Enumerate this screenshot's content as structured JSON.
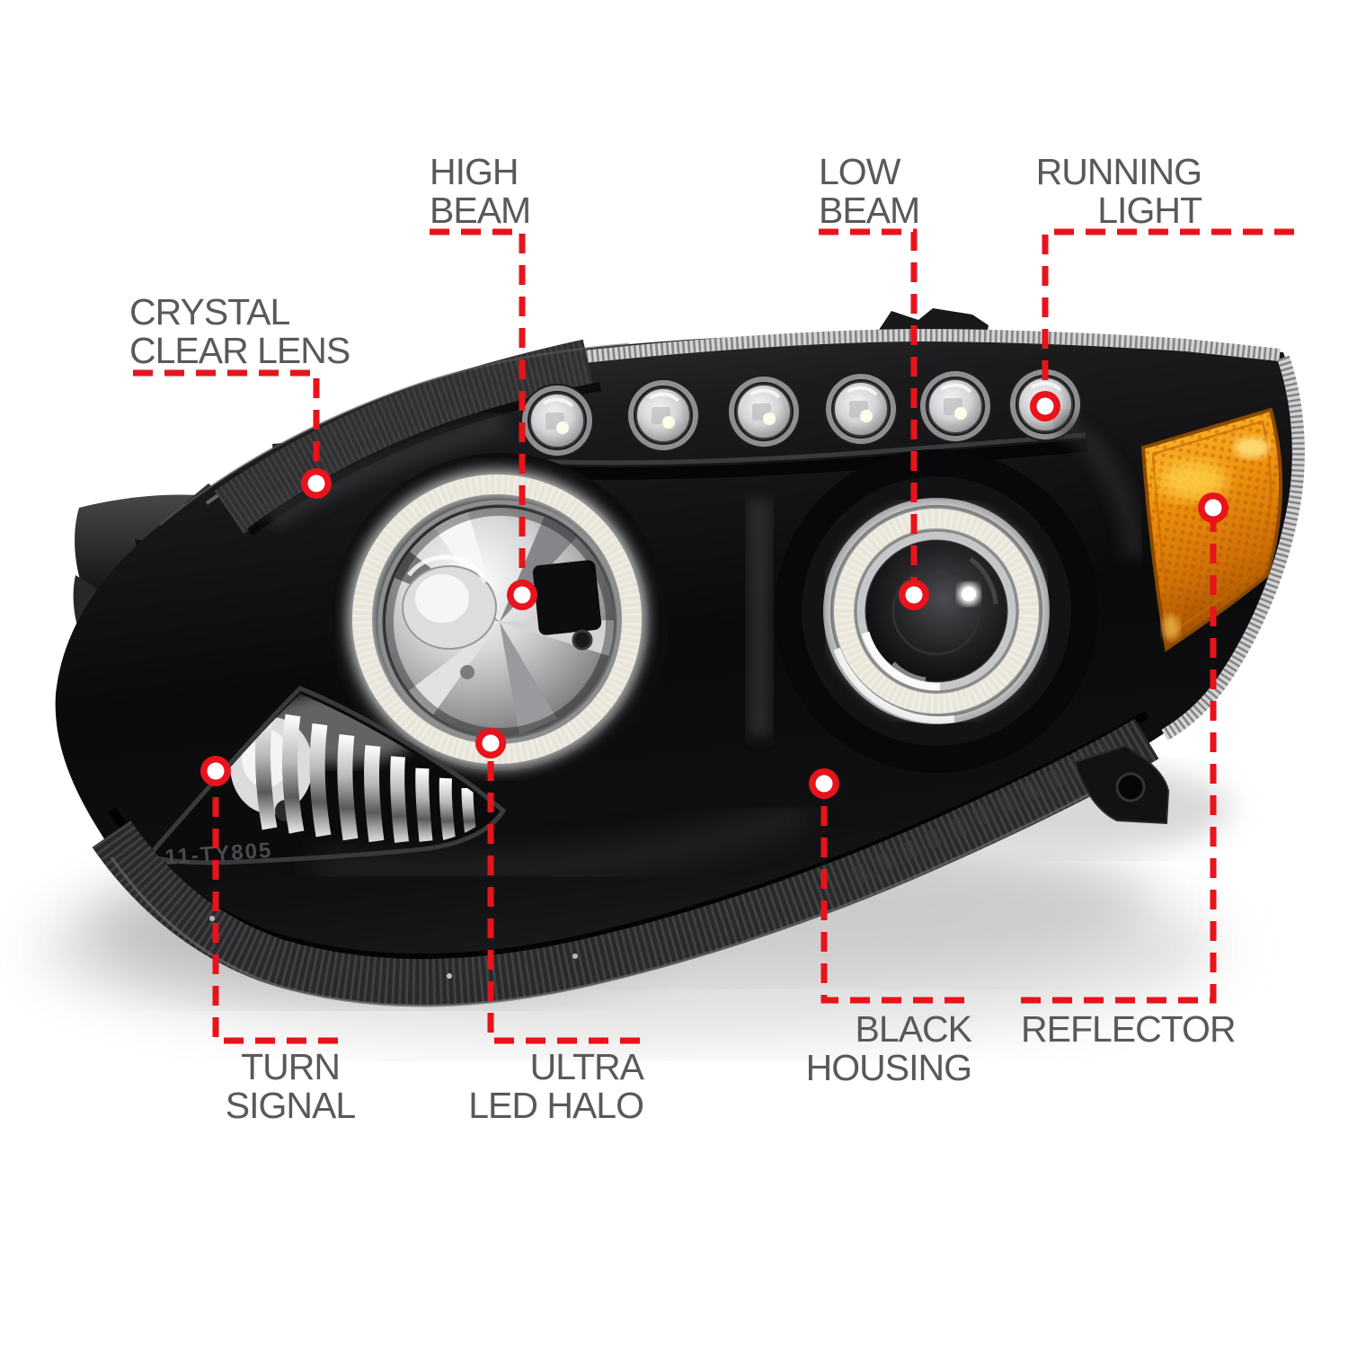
{
  "figure": {
    "subject": "projector headlight assembly, annotated product diagram",
    "led_count": 6
  },
  "colors": {
    "accent_red": "#e8131b",
    "label_gray": "#58595b",
    "amber": "#f1920e",
    "housing_black": "#0a0a0c",
    "background": "#ffffff"
  },
  "labels": {
    "crystal_clear_lens": {
      "line1": "CRYSTAL",
      "line2": "CLEAR LENS"
    },
    "high_beam": {
      "line1": "HIGH",
      "line2": "BEAM"
    },
    "low_beam": {
      "line1": "LOW",
      "line2": "BEAM"
    },
    "running_light": {
      "line1": "RUNNING",
      "line2": "LIGHT"
    },
    "turn_signal": {
      "line1": "TURN",
      "line2": "SIGNAL"
    },
    "ultra_led_halo": {
      "line1": "ULTRA",
      "line2": "LED HALO"
    },
    "black_housing": {
      "line1": "BLACK",
      "line2": "HOUSING"
    },
    "reflector": {
      "line1": "REFLECTOR"
    }
  },
  "part_number": "11-TY805"
}
